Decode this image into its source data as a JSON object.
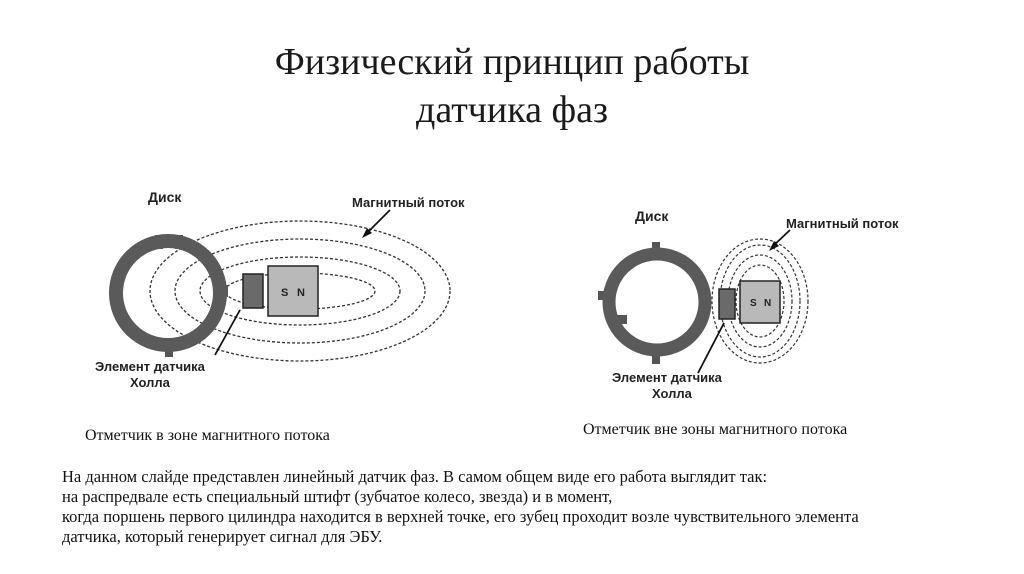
{
  "slide": {
    "title_line1": "Физический принцип работы",
    "title_line2": "датчика фаз"
  },
  "left_diagram": {
    "disk_label": "Диск",
    "flux_label": "Магнитный поток",
    "sensor_label_line1": "Элемент датчика",
    "sensor_label_line2": "Холла",
    "magnet_s": "S",
    "magnet_n": "N",
    "caption": "Отметчик в зоне магнитного потока"
  },
  "right_diagram": {
    "disk_label": "Диск",
    "flux_label": "Магнитный поток",
    "sensor_label_line1": "Элемент датчика",
    "sensor_label_line2": "Холла",
    "magnet_s": "S",
    "magnet_n": "N",
    "caption": "Отметчик вне зоны магнитного потока"
  },
  "description": {
    "line1": "На данном слайде представлен линейный датчик фаз. В самом общем виде его работа выглядит так:",
    "line2": "на распредвале есть специальный штифт (зубчатое колесо, звезда) и в момент,",
    "line3": "когда поршень первого цилиндра находится в верхней точке, его зубец проходит возле чувствительного элемента",
    "line4": "датчика, который генерирует сигнал для ЭБУ."
  }
}
